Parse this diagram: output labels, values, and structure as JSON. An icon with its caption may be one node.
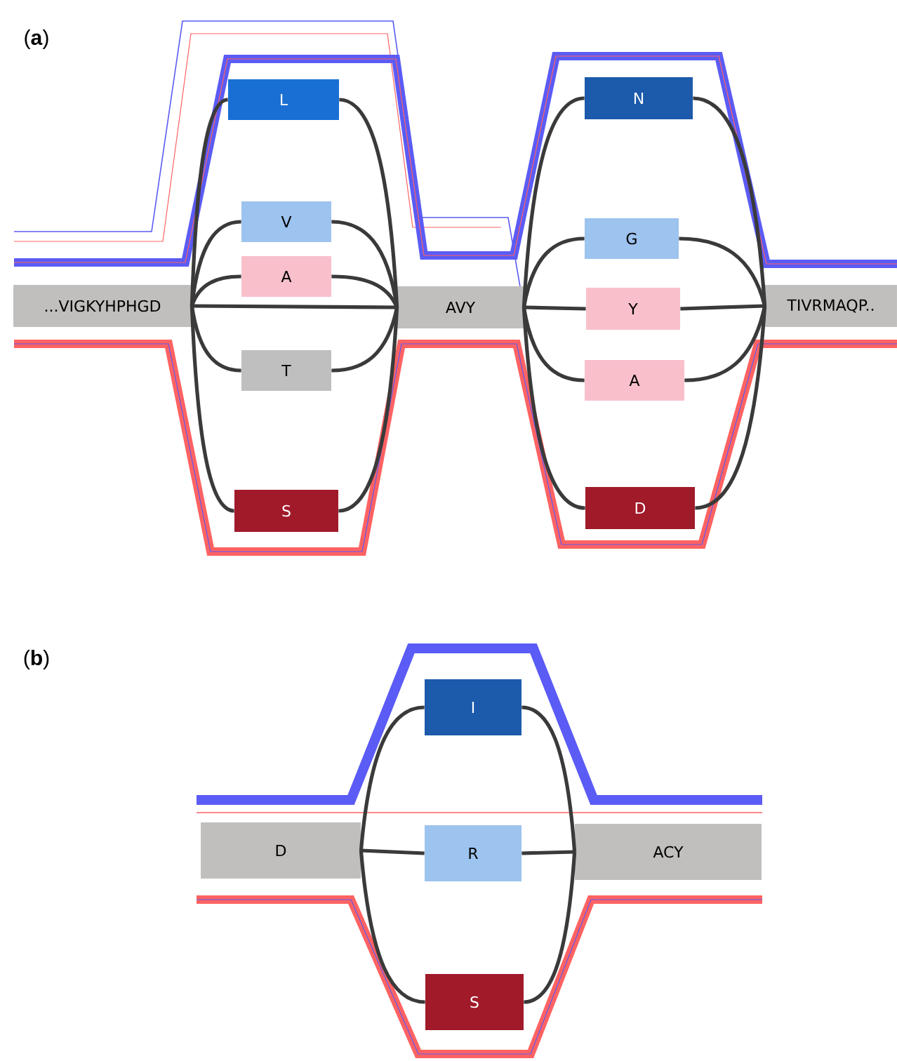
{
  "diagram": {
    "nodes": [
      {
        "text": [
          "...VIGKYHPHGD"
        ]
      },
      {
        "text": [
          "L"
        ]
      },
      {
        "text": [
          "V"
        ]
      },
      {
        "text": [
          "A"
        ]
      },
      {
        "text": [
          "T"
        ]
      },
      {
        "text": [
          "S"
        ]
      },
      {
        "text": [
          "AVY"
        ]
      },
      {
        "text": [
          "N"
        ]
      },
      {
        "text": [
          "G"
        ]
      },
      {
        "text": [
          "Y"
        ]
      },
      {
        "text": [
          "A"
        ]
      },
      {
        "text": [
          "D"
        ]
      },
      {
        "text": [
          "TIVRMAQP.."
        ]
      },
      {
        "text": [
          "D"
        ]
      },
      {
        "text": [
          "I"
        ]
      },
      {
        "text": [
          "R"
        ]
      },
      {
        "text": [
          "S"
        ]
      },
      {
        "text": [
          "ACY"
        ]
      }
    ],
    "edges": [
      {
        "from": 0,
        "to": 1,
        "arrow": "none"
      },
      {
        "from": 0,
        "to": 2,
        "arrow": "none"
      },
      {
        "from": 0,
        "to": 3,
        "arrow": "none"
      },
      {
        "from": 0,
        "to": 4,
        "arrow": "none"
      },
      {
        "from": 0,
        "to": 5,
        "arrow": "none"
      },
      {
        "from": 0,
        "to": 6,
        "arrow": "none"
      },
      {
        "from": 1,
        "to": 6,
        "arrow": "none"
      },
      {
        "from": 2,
        "to": 6,
        "arrow": "none"
      },
      {
        "from": 3,
        "to": 6,
        "arrow": "none"
      },
      {
        "from": 4,
        "to": 6,
        "arrow": "none"
      },
      {
        "from": 5,
        "to": 6,
        "arrow": "none"
      },
      {
        "from": 6,
        "to": 7,
        "arrow": "none"
      },
      {
        "from": 6,
        "to": 8,
        "arrow": "none"
      },
      {
        "from": 6,
        "to": 9,
        "arrow": "none"
      },
      {
        "from": 6,
        "to": 10,
        "arrow": "none"
      },
      {
        "from": 6,
        "to": 11,
        "arrow": "none"
      },
      {
        "from": 7,
        "to": 12,
        "arrow": "none"
      },
      {
        "from": 8,
        "to": 12,
        "arrow": "none"
      },
      {
        "from": 9,
        "to": 12,
        "arrow": "none"
      },
      {
        "from": 10,
        "to": 12,
        "arrow": "none"
      },
      {
        "from": 11,
        "to": 12,
        "arrow": "none"
      },
      {
        "from": 13,
        "to": 14,
        "arrow": "none"
      },
      {
        "from": 13,
        "to": 15,
        "arrow": "none"
      },
      {
        "from": 13,
        "to": 16,
        "arrow": "none"
      },
      {
        "from": 14,
        "to": 17,
        "arrow": "none"
      },
      {
        "from": 15,
        "to": 17,
        "arrow": "none"
      },
      {
        "from": 16,
        "to": 17,
        "arrow": "none"
      }
    ],
    "labels": [
      "(**a**)",
      "(**b**)"
    ]
  }
}
